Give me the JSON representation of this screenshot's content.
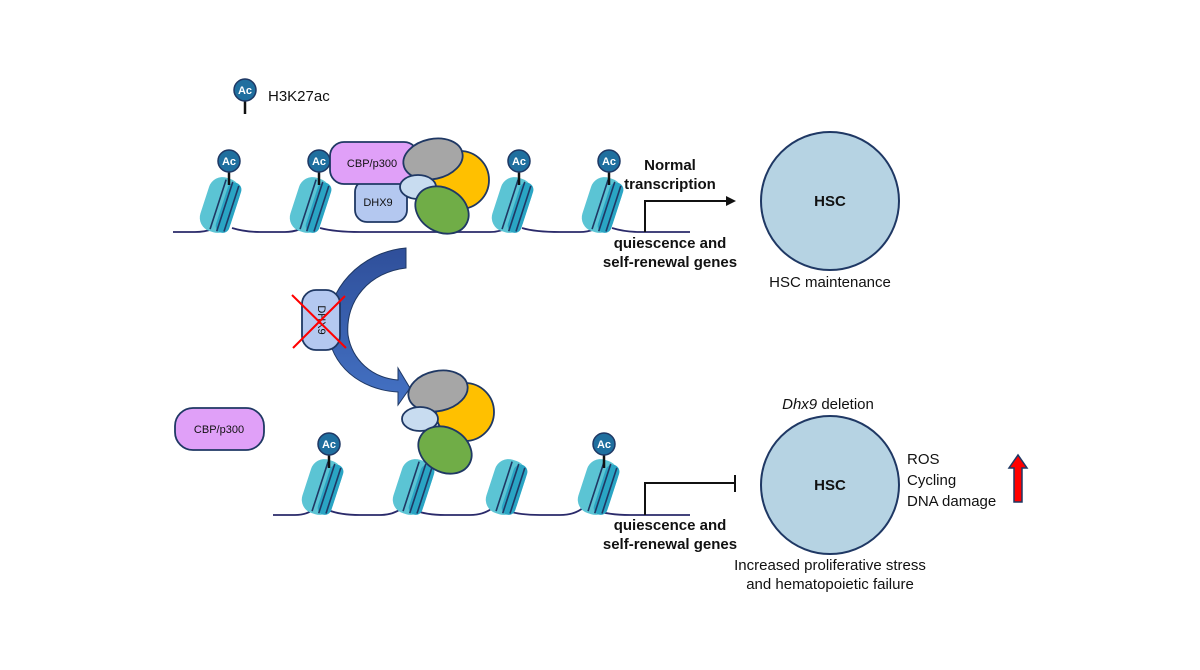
{
  "legend": {
    "mark": "Ac",
    "label": "H3K27ac"
  },
  "top": {
    "complex": {
      "cbp": "CBP/p300",
      "dhx9": "DHX9"
    },
    "transcription_label": [
      "Normal",
      "transcription"
    ],
    "genes_label": [
      "quiescence and",
      "self-renewal genes"
    ],
    "cell": "HSC",
    "outcome": "HSC maintenance"
  },
  "transition": {
    "deleted_protein": "DHX9"
  },
  "bottom": {
    "cbp": "CBP/p300",
    "genes_label": [
      "quiescence and",
      "self-renewal genes"
    ],
    "condition_italic": "Dhx9",
    "condition_rest": " deletion",
    "cell": "HSC",
    "effects": [
      "ROS",
      "Cycling",
      "DNA damage"
    ],
    "outcome": [
      "Increased proliferative stress",
      "and hematopoietic failure"
    ]
  },
  "colors": {
    "ac": "#1f6f9f",
    "nucleosome": "#5bc4d4",
    "dna": "#2a2a6a",
    "cbp": "#e0a0f8",
    "dhx9": "#b4c8f0",
    "gray_subunit": "#a6a6a6",
    "yellow_subunit": "#ffc000",
    "green_subunit": "#70ad47",
    "hsc": "#b6d3e3",
    "outline": "#1f3864",
    "up_arrow": "#ff0000"
  }
}
